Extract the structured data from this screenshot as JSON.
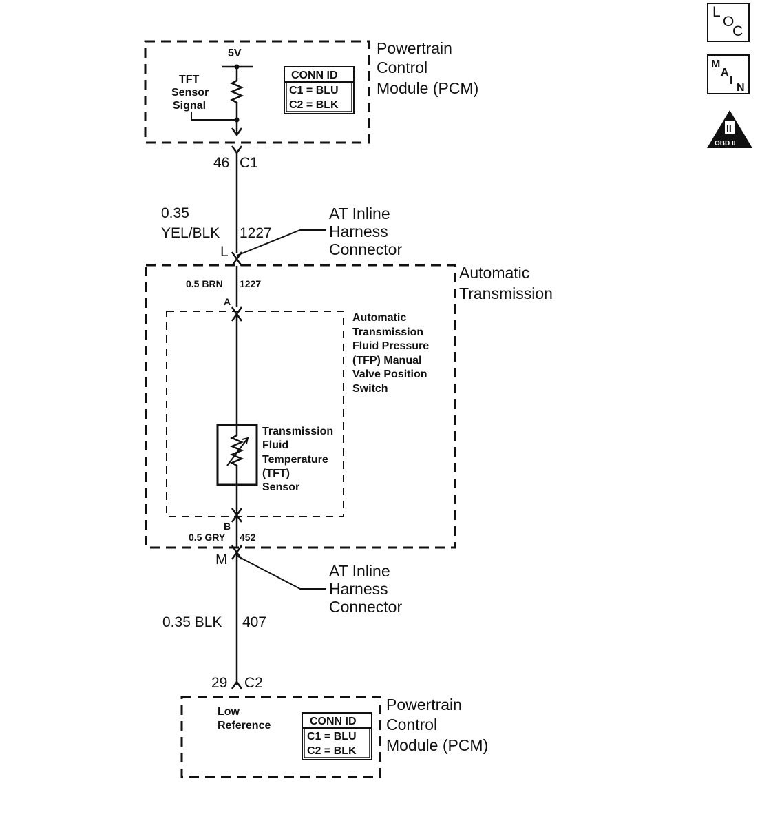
{
  "icons": {
    "loc": [
      "L",
      "O",
      "C"
    ],
    "main": [
      "M",
      "A",
      "I",
      "N"
    ],
    "obd": {
      "symbol": "II",
      "caption": "OBD II"
    }
  },
  "pcm_top": {
    "title": [
      "Powertrain",
      "Control",
      "Module (PCM)"
    ],
    "voltage": "5V",
    "signal": [
      "TFT",
      "Sensor",
      "Signal"
    ],
    "conn_id": {
      "header": "CONN ID",
      "rows": [
        "C1 = BLU",
        "C2 = BLK"
      ]
    }
  },
  "pin_top": {
    "number": "46",
    "connector": "C1"
  },
  "wire_top": {
    "gauge": "0.35",
    "color": "YEL/BLK",
    "circuit": "1227"
  },
  "inline_top": {
    "pin": "L",
    "label": [
      "AT Inline",
      "Harness",
      "Connector"
    ]
  },
  "transmission": {
    "title": [
      "Automatic",
      "Transmission"
    ],
    "wire_in": {
      "label": "0.5 BRN",
      "circuit": "1227",
      "pin": "A"
    },
    "switch_label": [
      "Automatic",
      "Transmission",
      "Fluid Pressure",
      "(TFP) Manual",
      "Valve Position",
      "Switch"
    ],
    "sensor_label": [
      "Transmission",
      "Fluid",
      "Temperature",
      "(TFT)",
      "Sensor"
    ],
    "wire_out": {
      "pin": "B",
      "label": "0.5 GRY",
      "circuit": "452"
    }
  },
  "inline_bottom": {
    "pin": "M",
    "label": [
      "AT Inline",
      "Harness",
      "Connector"
    ]
  },
  "wire_bottom": {
    "label": "0.35 BLK",
    "circuit": "407"
  },
  "pin_bottom": {
    "number": "29",
    "connector": "C2"
  },
  "pcm_bottom": {
    "title": [
      "Powertrain",
      "Control",
      "Module (PCM)"
    ],
    "signal": [
      "Low",
      "Reference"
    ],
    "conn_id": {
      "header": "CONN ID",
      "rows": [
        "C1 = BLU",
        "C2 = BLK"
      ]
    }
  }
}
